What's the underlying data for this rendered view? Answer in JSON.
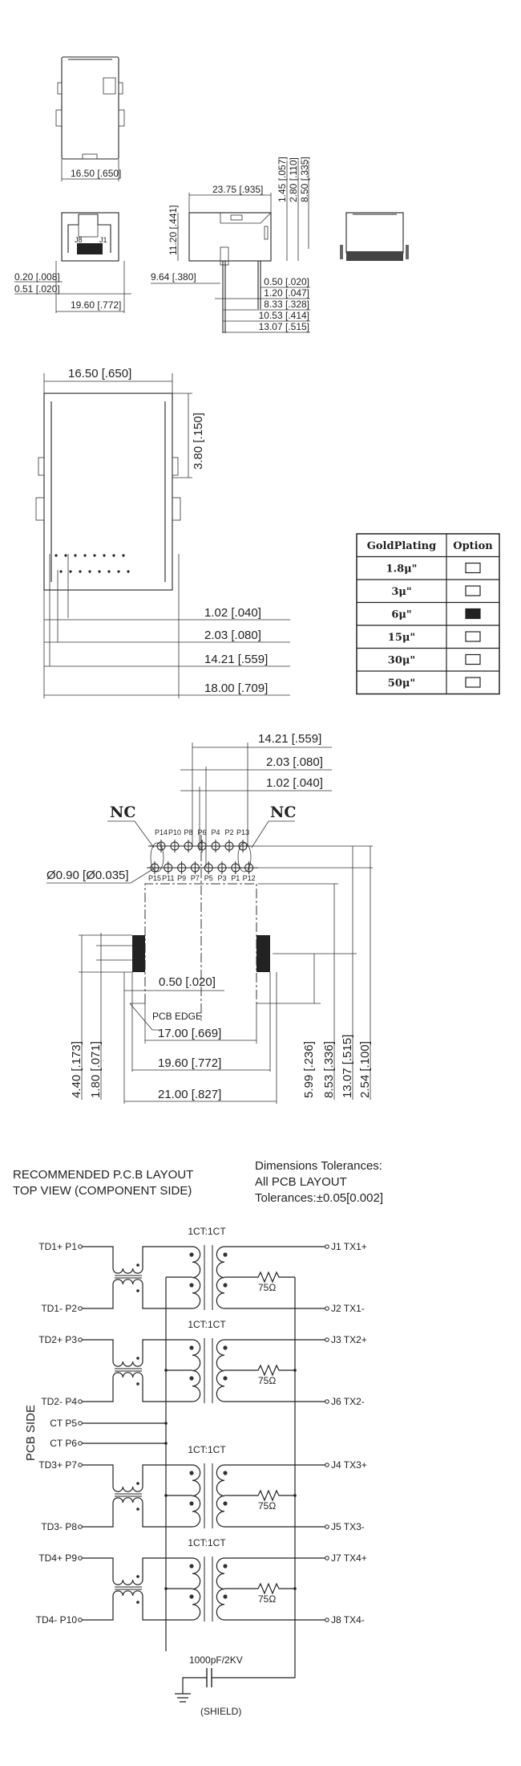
{
  "top_view": {
    "width": "16.50 [.650]"
  },
  "front_view": {
    "dims": [
      "0.20 [.008]",
      "0.51 [.020]",
      "19.60 [.772]"
    ],
    "port_labels": [
      "J8",
      "J1"
    ]
  },
  "side_view": {
    "length": "23.75 [.935]",
    "height": "11.20 [.441]",
    "offset": "9.64 [.380]",
    "vertical_dims": [
      "1.45 [.057]",
      "2.80 [.110]",
      "8.50 [.335]"
    ],
    "pin_dims": [
      "0.50 [.020]",
      "1.20 [.047]",
      "8.33 [.328]",
      "10.53 [.414]",
      "13.07 [.515]"
    ]
  },
  "bottom_view": {
    "width": "16.50 [.650]",
    "depth": "3.80 [.150]",
    "dims": [
      "1.02 [.040]",
      "2.03 [.080]",
      "14.21 [.559]",
      "18.00 [.709]"
    ]
  },
  "plating_table": {
    "headers": [
      "GoldPlating",
      "Option"
    ],
    "rows": [
      {
        "label": "1.8μ\"",
        "selected": false
      },
      {
        "label": "3μ\"",
        "selected": false
      },
      {
        "label": "6μ\"",
        "selected": true
      },
      {
        "label": "15μ\"",
        "selected": false
      },
      {
        "label": "30μ\"",
        "selected": false
      },
      {
        "label": "50μ\"",
        "selected": false
      }
    ]
  },
  "pcb_layout": {
    "top_dims": [
      "14.21 [.559]",
      "2.03 [.080]",
      "1.02 [.040]"
    ],
    "nc_label": "NC",
    "hole_dia": "Ø0.90 [Ø0.035]",
    "top_pins": [
      "P14",
      "P10",
      "P8",
      "P6",
      "P4",
      "P2",
      "P13"
    ],
    "bottom_pins": [
      "P15",
      "P11",
      "P9",
      "P7",
      "P5",
      "P3",
      "P1",
      "P12"
    ],
    "pad_dim": "0.50 [.020]",
    "pcb_edge": "PCB EDGE",
    "width_dims": [
      "17.00 [.669]",
      "19.60 [.772]",
      "21.00 [.827]"
    ],
    "left_dims": [
      "4.40 [.173]",
      "1.80 [.071]"
    ],
    "right_dims": [
      "5.99 [.236]",
      "8.53 [.336]",
      "13.07 [.515]",
      "2.54 [.100]"
    ],
    "title_lines": [
      "RECOMMENDED P.C.B LAYOUT",
      "TOP VIEW (COMPONENT SIDE)"
    ],
    "tolerance_lines": [
      "Dimensions Tolerances:",
      "All PCB LAYOUT",
      "Tolerances:±0.05[0.002]"
    ]
  },
  "schematic": {
    "side_label": "PCB SIDE",
    "channels": [
      {
        "ratio": "1CT:1CT",
        "in_pos": "TD1+ P1",
        "in_neg": "TD1-  P2",
        "out_pos": "J1 TX1+",
        "out_neg": "J2  TX1-",
        "resistor": "75Ω"
      },
      {
        "ratio": "1CT:1CT",
        "in_pos": "TD2+ P3",
        "in_neg": "TD2-  P4",
        "out_pos": "J3 TX2+",
        "out_neg": "J6  TX2-",
        "resistor": "75Ω"
      },
      {
        "ratio": "1CT:1CT",
        "in_pos": "TD3+ P7",
        "in_neg": "TD3-  P8",
        "out_pos": "J4 TX3+",
        "out_neg": "J5  TX3-",
        "resistor": "75Ω"
      },
      {
        "ratio": "1CT:1CT",
        "in_pos": "TD4+ P9",
        "in_neg": "TD4-  P10",
        "out_pos": "J7 TX4+",
        "out_neg": "J8  TX4-",
        "resistor": "75Ω"
      }
    ],
    "center_taps": [
      "CT   P5",
      "CT   P6"
    ],
    "capacitor": "1000pF/2KV",
    "shield": "(SHIELD)"
  }
}
